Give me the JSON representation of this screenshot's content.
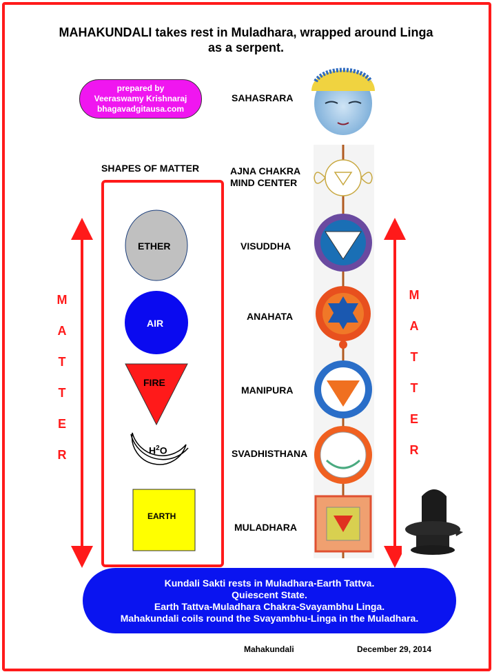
{
  "title": {
    "line1": "MAHAKUNDALI takes rest in Muladhara, wrapped around Linga",
    "line2": "as a serpent."
  },
  "credit": {
    "line1": "prepared by",
    "line2": "Veeraswamy Krishnaraj",
    "line3": "bhagavadgitausa.com"
  },
  "shapes_heading": "SHAPES OF MATTER",
  "elements": {
    "ether": "ETHER",
    "air": "AIR",
    "fire": "FIRE",
    "water_h": "H",
    "water_sup": "2",
    "water_o": "O",
    "earth": "EARTH"
  },
  "chakras": {
    "sahasrara": "SAHASRARA",
    "ajna_line1": "AJNA CHAKRA",
    "ajna_line2": "MIND CENTER",
    "visuddha": "VISUDDHA",
    "anahata": "ANAHATA",
    "manipura": "MANIPURA",
    "svadhisthana": "SVADHISTHANA",
    "muladhara": "MULADHARA"
  },
  "matter_letters": [
    "M",
    "A",
    "T",
    "T",
    "E",
    "R"
  ],
  "footer": {
    "line1": "Kundali Sakti rests in Muladhara-Earth Tattva.",
    "line2": "Quiescent State.",
    "line3": "Earth Tattva-Muladhara Chakra-Svayambhu Linga.",
    "line4": "Mahakundali coils round the Svayambhu-Linga in the Muladhara."
  },
  "footnote_left": "Mahakundali",
  "footnote_right": "December 29, 2014",
  "colors": {
    "border": "#ff1a1a",
    "credit_pill": "#f016f0",
    "footer_pill": "#0a14f0",
    "ether": "#c0c0c0",
    "air": "#0a0af0",
    "fire": "#ff1a1a",
    "earth": "#ffff00"
  }
}
